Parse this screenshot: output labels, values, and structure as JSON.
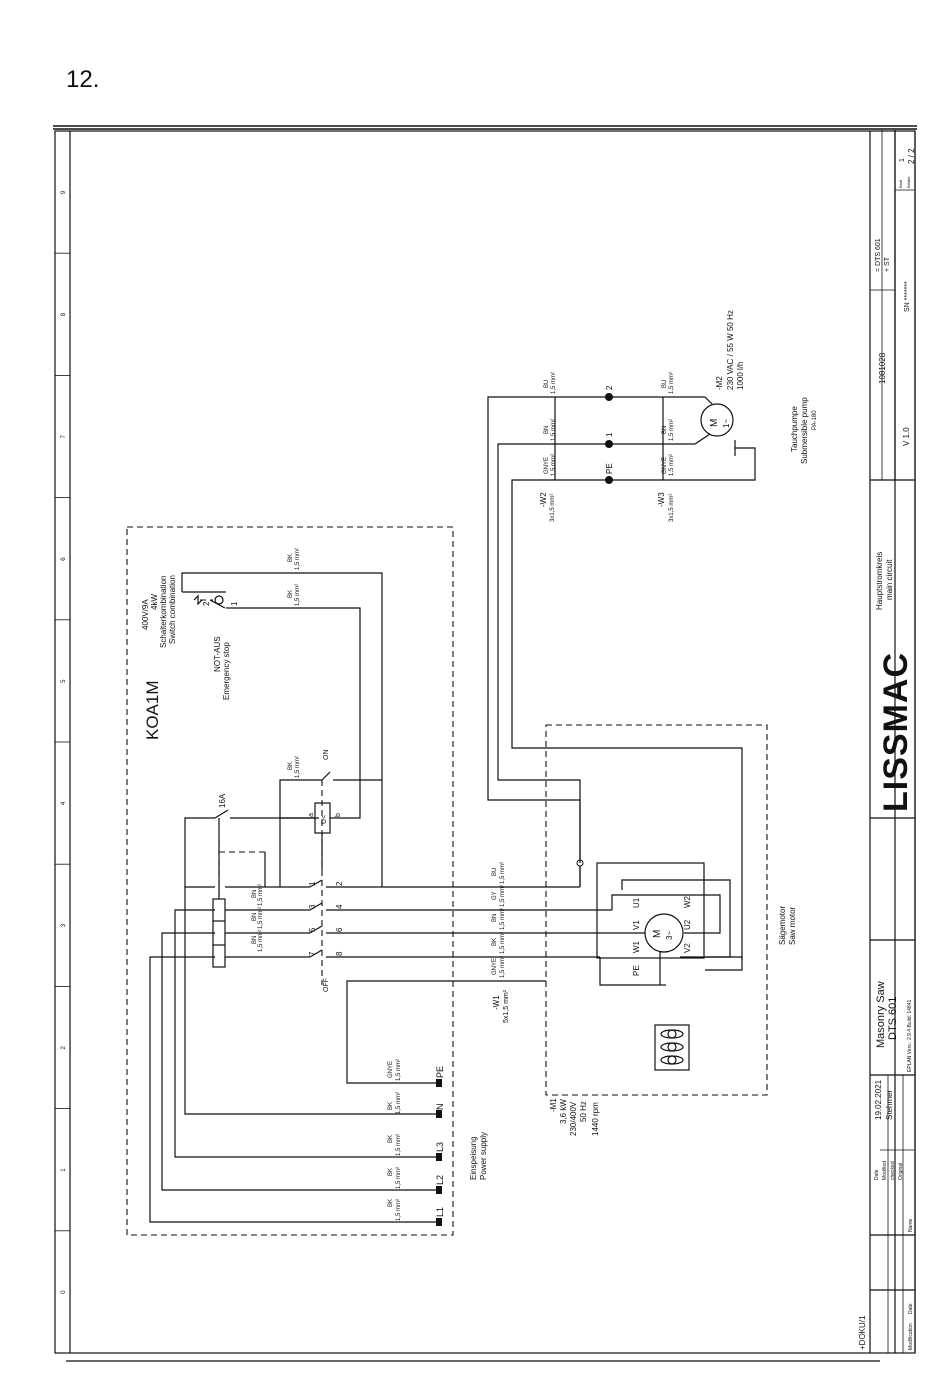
{
  "page_number": "12.",
  "koa": {
    "name": "KOA1M",
    "rating": "400V/9A",
    "power": "4kW",
    "desc_de": "Schalterkombination",
    "desc_en": "Switch combination",
    "estop_de": "NOT-AUS",
    "estop_en": "Emergency stop",
    "fuse": "16A",
    "on": "ON",
    "off": "OFF",
    "coil": "U<",
    "coil_a": "a",
    "coil_b": "b"
  },
  "cable_labels": {
    "bk": "BK",
    "bn": "BN",
    "bu": "BU",
    "gy": "GY",
    "gnye": "GNYE",
    "mm": "1,5 mm²"
  },
  "contact_numbers": [
    "1",
    "2",
    "3",
    "4",
    "5",
    "6",
    "7",
    "8"
  ],
  "estop_numbers": [
    "2",
    "1"
  ],
  "terminals": [
    "PE",
    "N",
    "L3",
    "L2",
    "L1"
  ],
  "supply": {
    "de": "Einspeisung",
    "en": "Power supply"
  },
  "cables": {
    "w1": "-W1",
    "w1_spec": "5x1,5 mm²",
    "w2": "-W2",
    "w2_spec": "3x1,5 mm²",
    "w3": "-W3",
    "w3_spec": "3x1,5 mm²"
  },
  "motor_m1": {
    "id": "-M1",
    "power": "3,6 kW",
    "voltage": "230/400V",
    "freq": "50 Hz",
    "rpm": "1440 rpm",
    "symbol": "M",
    "phase": "3~",
    "terms": [
      "U1",
      "V1",
      "W1",
      "U2",
      "V2",
      "W2",
      "PE"
    ],
    "de": "Sägemotor",
    "en": "Saw motor"
  },
  "motor_m2": {
    "id": "-M2",
    "spec1": "230 VAC / 55 W 50 Hz",
    "spec2": "1000 l/h",
    "symbol": "M",
    "phase": "1~",
    "de": "Tauchpumpe",
    "en": "Submersible pump",
    "model": "PA-180"
  },
  "pump_terminals": [
    "2",
    "1",
    "PE"
  ],
  "title_block": {
    "brand": "LISSMAC",
    "title_de": "Hauptstromkreis",
    "title_en": "main circuit",
    "product": "Masonry Saw",
    "model": "DTS 601",
    "eplan": "EPLAN Vers.: 2.9.4 Build: 14841",
    "date_label": "Date",
    "date_value": "19.02.2021",
    "modified_label": "Modified",
    "modified_value": "Stehmer",
    "checked_label": "checked",
    "original_label": "Original",
    "name_label": "Name",
    "date2_label": "Date",
    "modification_label": "Modification",
    "version": "V 1.0",
    "drawing_no": "1081028",
    "dts": "= DTS 601",
    "st": "+ ST",
    "sn": "SN *******",
    "sheet_label": "Blatt",
    "sheet_value": "1",
    "sheets_label": "Blätter",
    "sheets_value": "2 / 2",
    "location": "+DOKU/1"
  },
  "columns": [
    "0",
    "1",
    "2",
    "3",
    "4",
    "5",
    "6",
    "7",
    "8",
    "9"
  ]
}
